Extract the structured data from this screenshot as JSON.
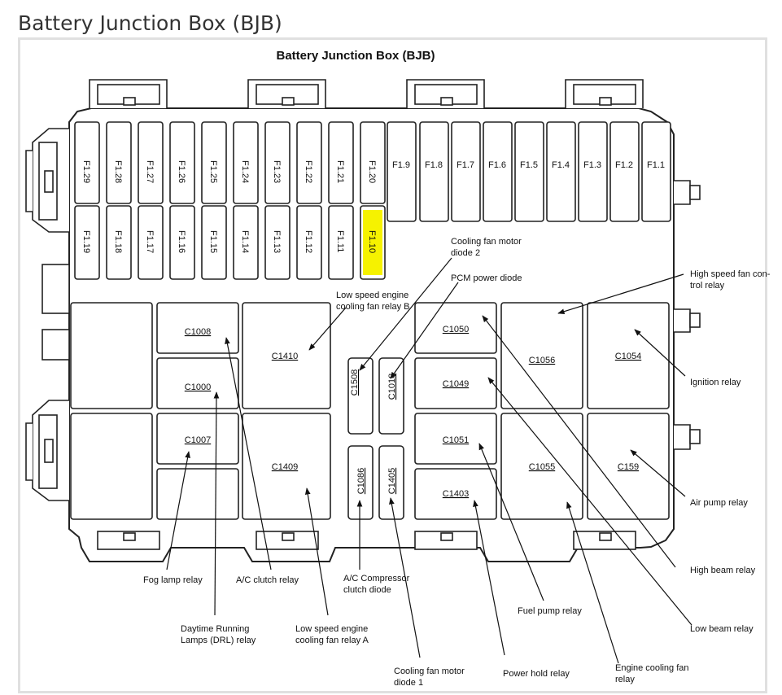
{
  "header": {
    "title": "Battery Junction Box (BJB)"
  },
  "diagram": {
    "title": "Battery Junction Box (BJB)",
    "fuses_top_small": [
      "F1.29",
      "F1.28",
      "F1.27",
      "F1.26",
      "F1.25",
      "F1.24",
      "F1.23",
      "F1.22",
      "F1.21",
      "F1.20"
    ],
    "fuses_top_large": [
      "F1.9",
      "F1.8",
      "F1.7",
      "F1.6",
      "F1.5",
      "F1.4",
      "F1.3",
      "F1.2",
      "F1.1"
    ],
    "fuses_bottom_small": [
      "F1.19",
      "F1.18",
      "F1.17",
      "F1.16",
      "F1.15",
      "F1.14",
      "F1.13",
      "F1.12",
      "F1.11",
      "F1.10"
    ],
    "highlighted_fuse": "F1.10",
    "highlight_color": "#f6f200",
    "relays": {
      "c1008": "C1008",
      "c1000": "C1000",
      "c1007": "C1007",
      "c1410": "C1410",
      "c1409": "C1409",
      "c1508": "C1508",
      "c1018": "C1018",
      "c1086": "C1086",
      "c1405": "C1405",
      "c1050": "C1050",
      "c1049": "C1049",
      "c1051": "C1051",
      "c1403": "C1403",
      "c1056": "C1056",
      "c1054": "C1054",
      "c1055": "C1055",
      "c159": "C159"
    },
    "callouts": {
      "cooling_fan_motor_diode_2": [
        "Cooling fan motor",
        "diode 2"
      ],
      "pcm_power_diode": [
        "PCM power diode"
      ],
      "low_speed_relay_b": [
        "Low speed engine",
        "cooling fan relay B"
      ],
      "high_speed_relay": [
        "High speed fan con-",
        "trol relay"
      ],
      "ignition_relay": [
        "Ignition relay"
      ],
      "air_pump_relay": [
        "Air pump relay"
      ],
      "high_beam_relay": [
        "High beam relay"
      ],
      "low_beam_relay": [
        "Low beam relay"
      ],
      "fog_lamp_relay": [
        "Fog lamp relay"
      ],
      "ac_clutch_relay": [
        "A/C clutch relay"
      ],
      "ac_compressor_diode": [
        "A/C Compressor",
        "clutch diode"
      ],
      "fuel_pump_relay": [
        "Fuel pump relay"
      ],
      "drl_relay": [
        "Daytime Running",
        "Lamps (DRL) relay"
      ],
      "low_speed_relay_a": [
        "Low speed engine",
        "cooling fan relay A"
      ],
      "cooling_fan_motor_diode_1": [
        "Cooling fan motor",
        "diode 1"
      ],
      "power_hold_relay": [
        "Power hold relay"
      ],
      "engine_cooling_fan_relay": [
        "Engine cooling fan",
        "relay"
      ]
    }
  }
}
